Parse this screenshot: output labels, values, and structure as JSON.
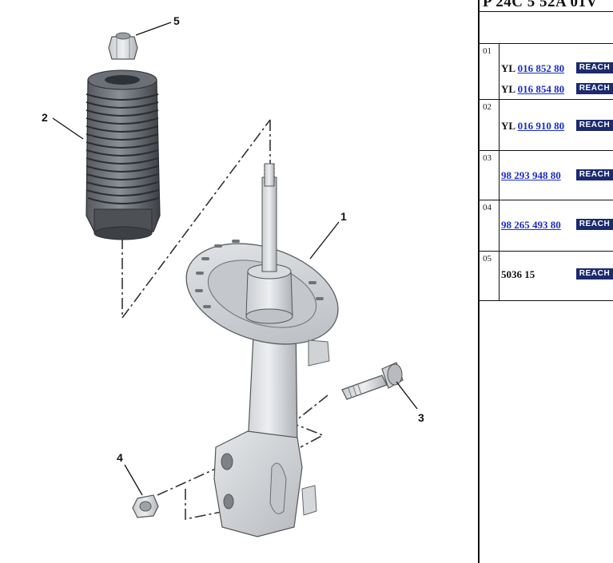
{
  "diagram": {
    "callouts": [
      "1",
      "2",
      "3",
      "4",
      "5"
    ]
  },
  "table": {
    "header": "P 24C 5 52A 01V",
    "reach_label": "REACH",
    "rows": [
      {
        "index": "01",
        "refs": [
          {
            "prefix": "YL",
            "number": "016 852 80"
          },
          {
            "prefix": "YL",
            "number": "016 854 80"
          }
        ]
      },
      {
        "index": "02",
        "refs": [
          {
            "prefix": "YL",
            "number": "016 910 80"
          }
        ]
      },
      {
        "index": "03",
        "refs": [
          {
            "prefix": "",
            "number": "98 293 948 80"
          }
        ]
      },
      {
        "index": "04",
        "refs": [
          {
            "prefix": "",
            "number": "98 265 493 80"
          }
        ]
      },
      {
        "index": "05",
        "refs": [
          {
            "prefix": "",
            "number": "5036 15",
            "plain": true
          }
        ]
      }
    ]
  },
  "colors": {
    "reach_badge": "#1c2a6e",
    "link": "#1a2fc9"
  }
}
